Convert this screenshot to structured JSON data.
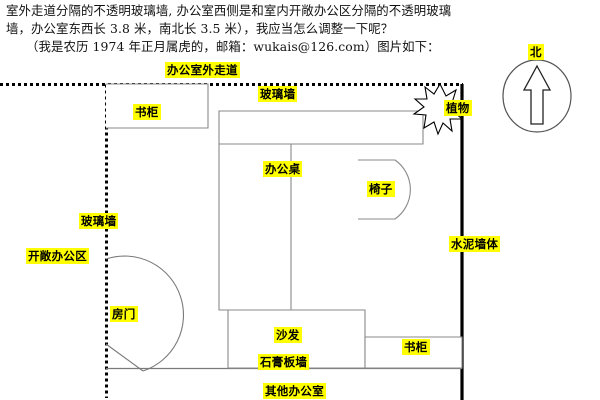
{
  "question": {
    "lines": [
      "室外走道分隔的不透明玻璃墙, 办公室西侧是和室内开敞办公区分隔的不透明玻璃",
      "墙，办公室东西长 3.8 米，南北长 3.5 米），我应当怎么调整一下呢？",
      "（我是农历 1974 年正月属虎的，邮箱：wukais@126.com）图片如下："
    ]
  },
  "compass": {
    "north_label": "北"
  },
  "diagram": {
    "labels": {
      "outer_corridor": "办公室外走道",
      "glass_wall_top": "玻璃墙",
      "glass_wall_left": "玻璃墙",
      "bookcase_top": "书柜",
      "bookcase_bottom": "书柜",
      "desk": "办公桌",
      "chair": "椅子",
      "plant": "植物",
      "concrete_wall": "水泥墙体",
      "open_office": "开敞办公区",
      "door": "房门",
      "sofa": "沙发",
      "gypsum_wall": "石膏板墙",
      "other_office": "其他办公室"
    },
    "colors": {
      "highlight": "#ffff00",
      "wall_solid": "#000000",
      "furniture_line": "#808080",
      "text": "#000000"
    }
  }
}
